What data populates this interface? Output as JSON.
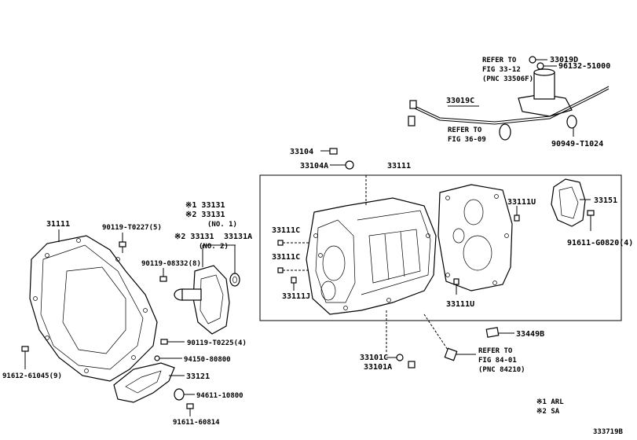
{
  "labels": {
    "p33019D": "33019D",
    "p96132": "96132-51000",
    "refer_top_1": "REFER TO",
    "refer_top_2": "FIG 33-12",
    "refer_top_3": "(PNC 33506F)",
    "p33019C": "33019C",
    "refer_mid_1": "REFER TO",
    "refer_mid_2": "FIG 36-09",
    "p90949": "90949-T1024",
    "p33104": "33104",
    "p33104A": "33104A",
    "p33111": "33111",
    "p33151": "33151",
    "p33111U_top": "33111U",
    "p91611_G0820": "91611-G0820(4)",
    "p31111": "31111",
    "p90119_T0227": "90119-T0227(5)",
    "s1_33131": "※1 33131",
    "s2_33131": "※2 33131",
    "no1": "(NO. 1)",
    "s2_33131_b": "※2 33131",
    "p33131A": "33131A",
    "no2": "(NO. 2)",
    "p90119_08332": "90119-08332(8)",
    "p33111C_1": "33111C",
    "p33111C_2": "33111C",
    "p33111J": "33111J",
    "p33111U_bot": "33111U",
    "p33449B": "33449B",
    "p90119_T0225": "90119-T0225(4)",
    "p94150": "94150-80800",
    "p91612": "91612-61045(9)",
    "p33121": "33121",
    "p94611": "94611-10800",
    "p91611_60814": "91611-60814",
    "p33101C": "33101C",
    "p33101A": "33101A",
    "refer_bot_1": "REFER TO",
    "refer_bot_2": "FIG 84-01",
    "refer_bot_3": "(PNC 84210)",
    "legend_1": "※1 ARL",
    "legend_2": "※2 SA",
    "diagram_id": "333719B"
  }
}
